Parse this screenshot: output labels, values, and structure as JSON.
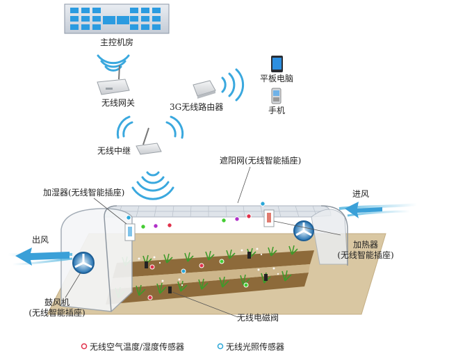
{
  "labels": {
    "control_room": "主控机房",
    "gateway": "无线网关",
    "router": "3G无线路由器",
    "tablet": "平板电脑",
    "phone": "手机",
    "repeater": "无线中继",
    "shade_net": "遮阳网(无线智能插座)",
    "humidifier": "加湿器(无线智能插座)",
    "air_in": "进风",
    "air_out": "出风",
    "heater_line1": "加热器",
    "heater_line2": "(无线智能插座)",
    "blower_line1": "鼓风机",
    "blower_line2": "(无线智能插座)",
    "valve": "无线电磁阀"
  },
  "legend": [
    {
      "text": "无线空气温度/湿度传感器",
      "color": "#e0304a"
    },
    {
      "text": "无线光照传感器",
      "color": "#2aa7d8"
    }
  ],
  "colors": {
    "signal": "#3aa8de",
    "airflow": "#5ab8e0",
    "sensor_red": "#e0304a",
    "sensor_blue": "#2aa7d8",
    "sensor_green": "#44cc33",
    "sensor_purple": "#b030c8"
  }
}
